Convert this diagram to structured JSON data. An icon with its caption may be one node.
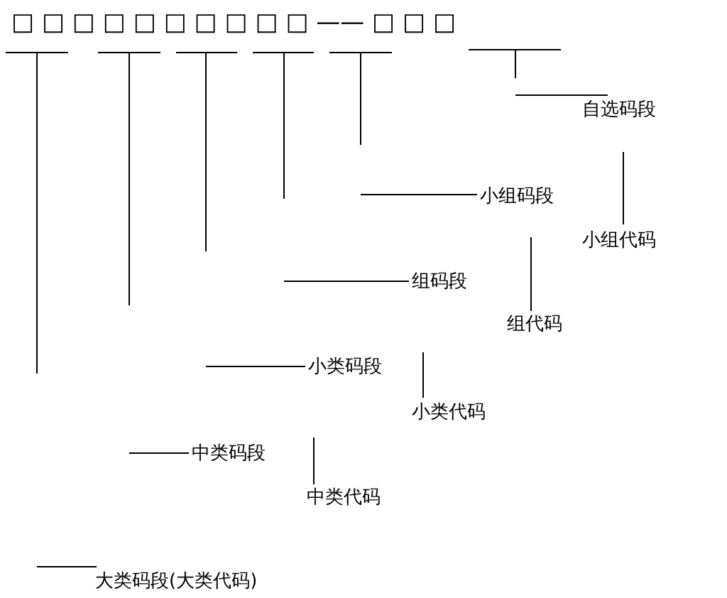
{
  "diagram": {
    "labels": [
      "□ □ □ □ □ □ □ □ □ □ —— □ □ □",
      "自选码段",
      "小组码段",
      "小组代码",
      "组码段",
      "组代码",
      "小类码段",
      "小类代码",
      "中类码段",
      "中类代码",
      "大类码段(大类代码)"
    ]
  }
}
